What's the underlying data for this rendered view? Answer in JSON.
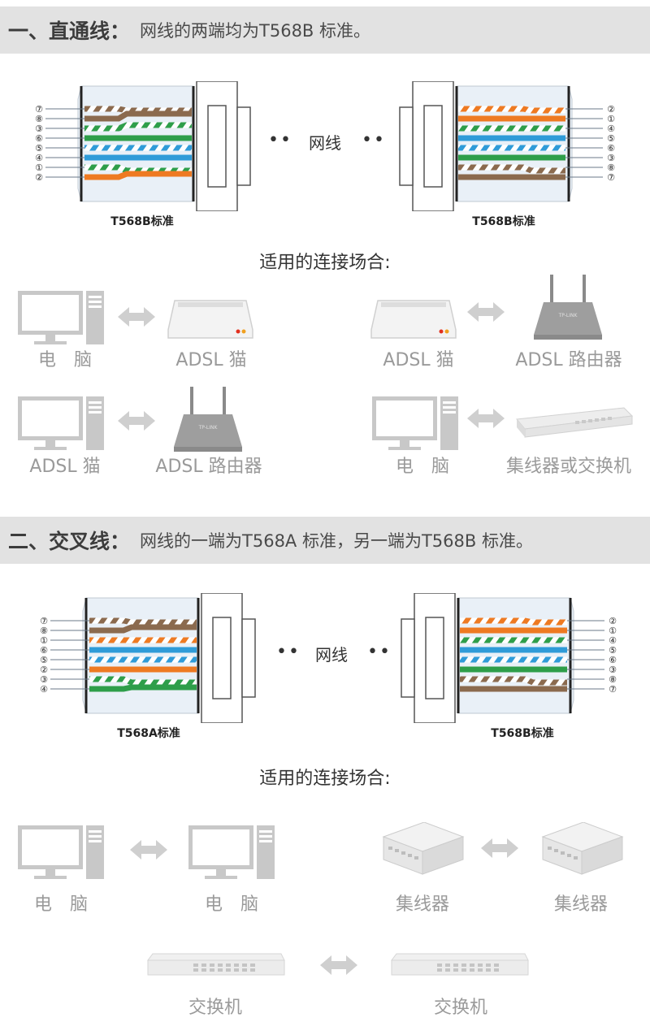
{
  "section1": {
    "number": "一、直通线：",
    "description": "网线的两端均为T568B 标准。",
    "left_connector_label": "T568B标准",
    "right_connector_label": "T568B标准",
    "cable_label": "网线",
    "left_pins": [
      "⑦",
      "⑧",
      "③",
      "⑥",
      "⑤",
      "④",
      "①",
      "②"
    ],
    "right_pins": [
      "②",
      "①",
      "④",
      "⑤",
      "⑥",
      "③",
      "⑧",
      "⑦"
    ],
    "usage_title": "适用的连接场合:",
    "pairs": [
      {
        "left": "电　脑",
        "right": "ADSL 猫"
      },
      {
        "left": "ADSL 猫",
        "right": "ADSL 路由器"
      },
      {
        "left": "ADSL 猫",
        "right": "ADSL 路由器"
      },
      {
        "left": "电　脑",
        "right": "集线器或交换机"
      }
    ]
  },
  "section2": {
    "number": "二、交叉线：",
    "description": "网线的一端为T568A 标准，另一端为T568B 标准。",
    "left_connector_label": "T568A标准",
    "right_connector_label": "T568B标准",
    "cable_label": "网线",
    "left_pins": [
      "⑦",
      "⑧",
      "①",
      "⑥",
      "⑤",
      "②",
      "③",
      "④"
    ],
    "right_pins": [
      "②",
      "①",
      "④",
      "⑤",
      "⑥",
      "③",
      "⑧",
      "⑦"
    ],
    "usage_title": "适用的连接场合:",
    "pairs": [
      {
        "left": "电　脑",
        "right": "电　脑"
      },
      {
        "left": "集线器",
        "right": "集线器"
      },
      {
        "left": "交换机",
        "right": "交换机"
      }
    ]
  },
  "colors": {
    "header_bg": "#e2e2e2",
    "wire_brown": "#8b6a4e",
    "wire_green": "#2e9e4a",
    "wire_blue": "#2f9bd8",
    "wire_orange": "#ee7a22",
    "device_gray": "#c8c8c8"
  }
}
